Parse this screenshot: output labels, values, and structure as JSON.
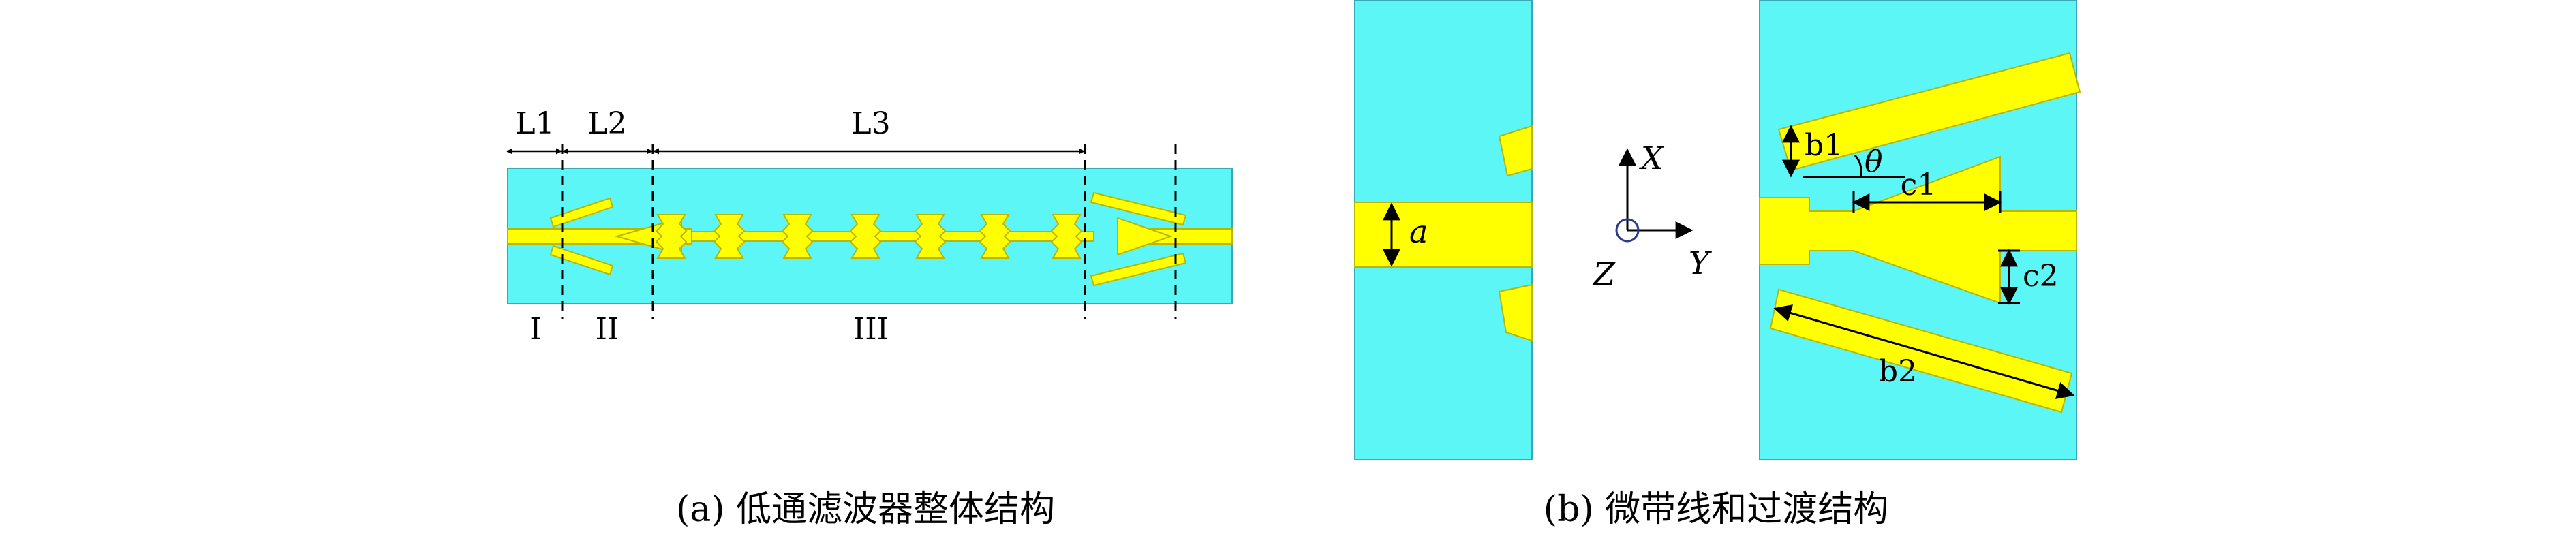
{
  "colors": {
    "substrate": "#5cf6f6",
    "metal": "#ffff00",
    "metal_edge": "#b7b700",
    "ink": "#000000",
    "origin_circle": "#2d3a8c"
  },
  "panel_a": {
    "dimensions": {
      "l1": "L1",
      "l2": "L2",
      "l3": "L3"
    },
    "regions": {
      "r1": "I",
      "r2": "II",
      "r3": "III"
    },
    "caption": "(a) 低通滤波器整体结构"
  },
  "panel_b": {
    "width_label": "a",
    "axes": {
      "x": "X",
      "y": "Y",
      "z": "Z"
    },
    "parameters": {
      "b1": "b1",
      "theta": "θ",
      "c1": "c1",
      "c2": "c2",
      "b2": "b2"
    },
    "caption": "(b) 微带线和过渡结构"
  }
}
